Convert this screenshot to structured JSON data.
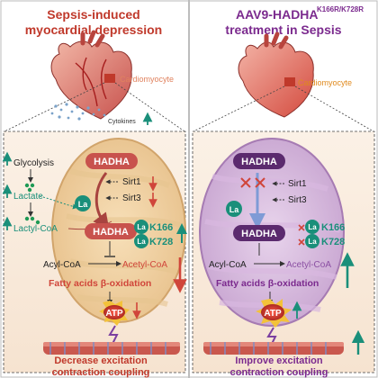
{
  "left": {
    "title_line1": "Sepsis-induced",
    "title_line2": "myocardial depression",
    "cardiomyocyte_label": "Cardiomyocyte",
    "cytokines_label": "Cytokines",
    "glycolysis": "Glycolysis",
    "lactate": "Lactate",
    "lactyl_coa": "Lactyl-CoA",
    "hadha_top": "HADHA",
    "sirt1": "Sirt1",
    "sirt3": "Sirt3",
    "la_badge": "La",
    "hadha_bottom": "HADHA",
    "k166": "K166",
    "k728": "K728",
    "acyl_coa": "Acyl-CoA",
    "acetyl_coa": "Acetyl-CoA",
    "fatty_ox": "Fatty acids β-oxidation",
    "atp": "ATP",
    "bottom_line1": "Decrease excitation",
    "bottom_line2": "contraction coupling"
  },
  "right": {
    "title_line1": "AAV9-HADHA",
    "title_superscript": "K166R/K728R",
    "title_line2": "treatment in Sepsis",
    "cardiomyocyte_label": "Cardiomyocyte",
    "hadha_top": "HADHA",
    "sirt1": "Sirt1",
    "sirt3": "Sirt3",
    "la_badge": "La",
    "hadha_bottom": "HADHA",
    "k166": "K166",
    "k728": "K728",
    "acyl_coa": "Acyl-CoA",
    "acetyl_coa": "Acetyl-CoA",
    "fatty_ox": "Fatty acids β-oxidation",
    "atp": "ATP",
    "bottom_line1": "Improve excitation",
    "bottom_line2": "contraction coupling"
  },
  "colors": {
    "left_title": "#c0392b",
    "right_title": "#7b2a8e",
    "teal": "#1a8f7a",
    "red": "#d0453a",
    "purple_box": "#5b2a6e",
    "hadha_left": "#c8524d",
    "acetyl_left": "#d0453a",
    "acetyl_right": "#8b4fa3"
  }
}
